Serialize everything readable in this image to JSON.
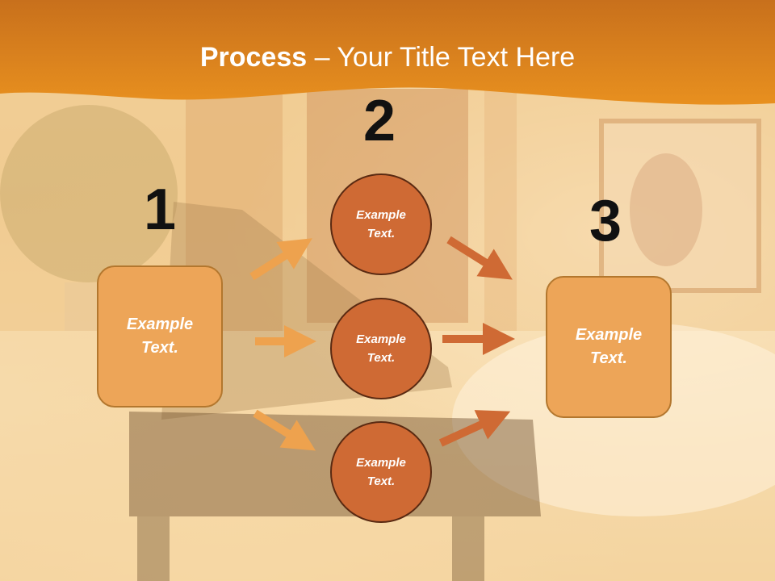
{
  "title": {
    "bold": "Process",
    "rest": " – Your Title Text Here"
  },
  "steps": [
    {
      "number": "1"
    },
    {
      "number": "2"
    },
    {
      "number": "3"
    }
  ],
  "input_box": {
    "text": "Example\nText."
  },
  "circles": [
    {
      "text": "Example\nText."
    },
    {
      "text": "Example\nText."
    },
    {
      "text": "Example\nText."
    }
  ],
  "output_box": {
    "text": "Example\nText."
  },
  "colors": {
    "header": "#e0861e",
    "box_fill": "#eda558",
    "circle_fill": "#cf6a34",
    "arrow_light": "#eea24e",
    "arrow_dark": "#cf6a34"
  }
}
